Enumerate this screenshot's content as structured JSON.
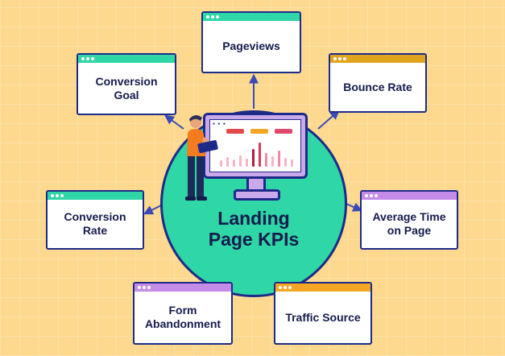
{
  "hub": {
    "title_line1": "Landing",
    "title_line2": "Page KPIs"
  },
  "colors": {
    "background": "#fcd98f",
    "hub": "#2fd6a6",
    "outline": "#1e2a8a",
    "monitor": "#c9a9e9",
    "text": "#141b4d"
  },
  "icons": [
    "person-with-laptop-icon",
    "monitor-dashboard-icon",
    "arrow-icon",
    "window-dots-icon"
  ],
  "cards": [
    {
      "id": "pageviews",
      "label": "Pageviews",
      "accent": "#2fd6a6"
    },
    {
      "id": "bounce-rate",
      "label": "Bounce Rate",
      "accent": "#e0a41d"
    },
    {
      "id": "average-time-on-page",
      "label": "Average Time on Page",
      "accent": "#c48ce8"
    },
    {
      "id": "traffic-source",
      "label": "Traffic Source",
      "accent": "#f5a623"
    },
    {
      "id": "form-abandonment",
      "label": "Form Abandonment",
      "accent": "#c48ce8"
    },
    {
      "id": "conversion-rate",
      "label": "Conversion Rate",
      "accent": "#2fd6a6"
    },
    {
      "id": "conversion-goal",
      "label": "Conversion Goal",
      "accent": "#2fd6a6"
    }
  ]
}
